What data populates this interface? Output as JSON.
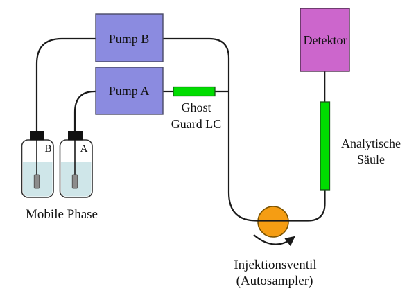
{
  "diagram": {
    "title_hint": "HPLC flow schematic",
    "labels": {
      "pump_b": "Pump B",
      "pump_a": "Pump A",
      "ghost_guard_line1": "Ghost",
      "ghost_guard_line2": "Guard LC",
      "detector": "Detektor",
      "column_line1": "Analytische",
      "column_line2": "Säule",
      "mobile_phase": "Mobile Phase",
      "valve_line1": "Injektionsventil",
      "valve_line2": "(Autosampler)",
      "bottle_b_letter": "B",
      "bottle_a_letter": "A"
    },
    "colors": {
      "pump_fill": "#8b8be0",
      "pump_stroke": "#4a4a66",
      "detector_fill": "#cc66cc",
      "detector_stroke": "#4a2a4a",
      "green_fill": "#00dd00",
      "green_stroke": "#1a521a",
      "valve_fill": "#f59d13",
      "valve_stroke": "#7a5200",
      "liquid_fill": "#cfe6e9",
      "bottle_stroke": "#333333",
      "cap_fill": "#111111",
      "rod_fill": "#8c8c8c",
      "rod_stroke": "#555555"
    }
  }
}
